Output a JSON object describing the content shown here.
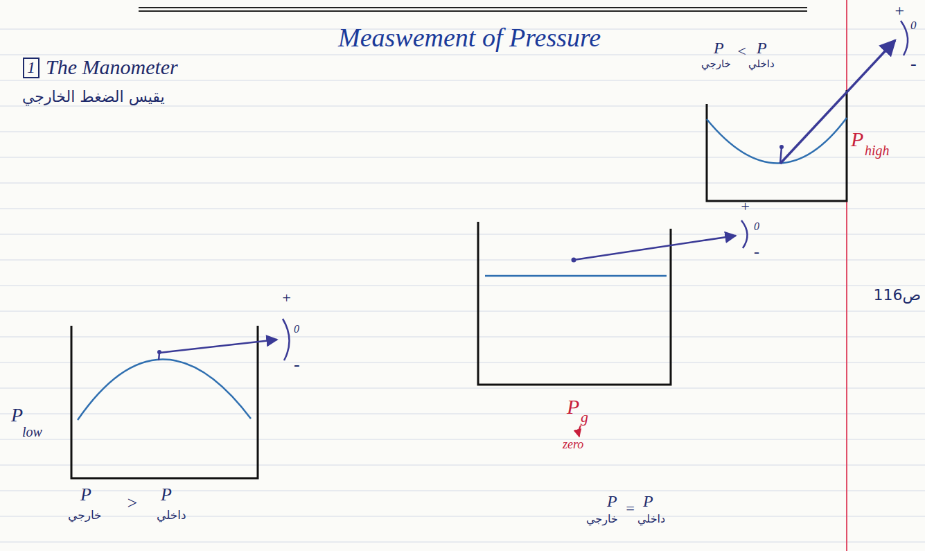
{
  "diagram": {
    "title": "Measwement of Pressure",
    "labels": [
      "1",
      "The Manometer",
      "يقيس الضغط الخارجي",
      "P",
      "خارجي",
      "<",
      "P",
      "داخلي",
      "+",
      "0",
      "-",
      "P",
      "high",
      "+",
      "0",
      "-",
      "ص116",
      "+",
      "0",
      "-",
      "P",
      "low",
      "P",
      "g",
      "zero",
      "P",
      "خارجي",
      ">",
      "P",
      "داخلي",
      "P",
      "خارجي",
      "=",
      "P",
      "داخلي"
    ]
  }
}
